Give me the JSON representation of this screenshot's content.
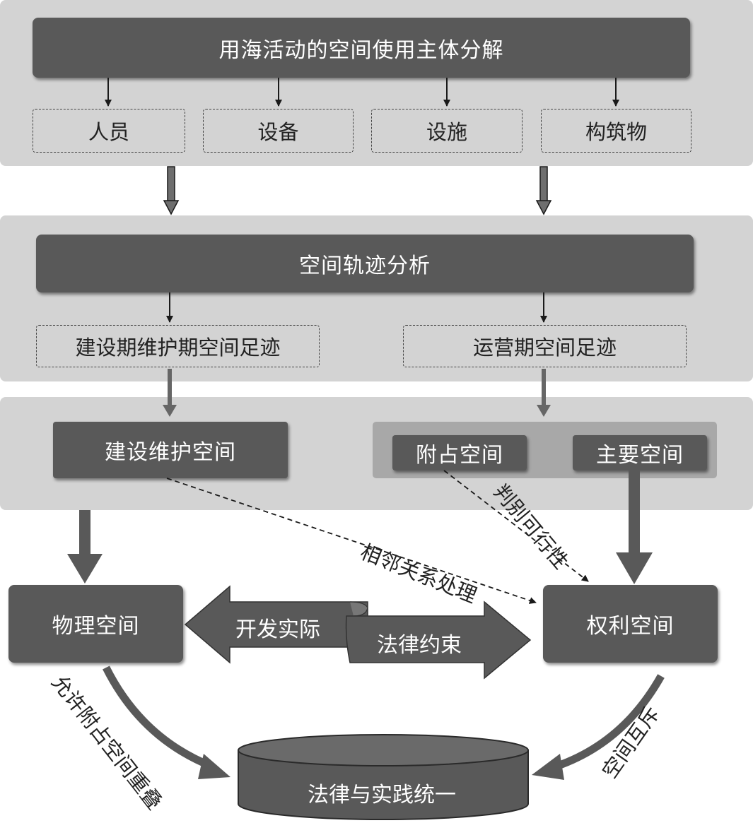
{
  "band1": {
    "header": "用海活动的空间使用主体分解",
    "items": [
      "人员",
      "设备",
      "设施",
      "构筑物"
    ]
  },
  "band2": {
    "header": "空间轨迹分析",
    "items": [
      "建设期维护期空间足迹",
      "运营期空间足迹"
    ]
  },
  "band3": {
    "construction_space": "建设维护空间",
    "attached_space": "附占空间",
    "main_space": "主要空间"
  },
  "bottom": {
    "physical_space": "物理空间",
    "rights_space": "权利空间",
    "dev_practice": "开发实际",
    "legal_constraint": "法律约束",
    "unity": "法律与实践统一"
  },
  "edge_labels": {
    "adjacency": "相邻关系处理",
    "feasibility": "判别可行性",
    "overlap": "允许附占空间重叠",
    "exclusive": "空间互斥"
  },
  "colors": {
    "band": "#d3d3d3",
    "box": "#595959",
    "text_dark": "#222222",
    "text_light": "#ffffff"
  }
}
